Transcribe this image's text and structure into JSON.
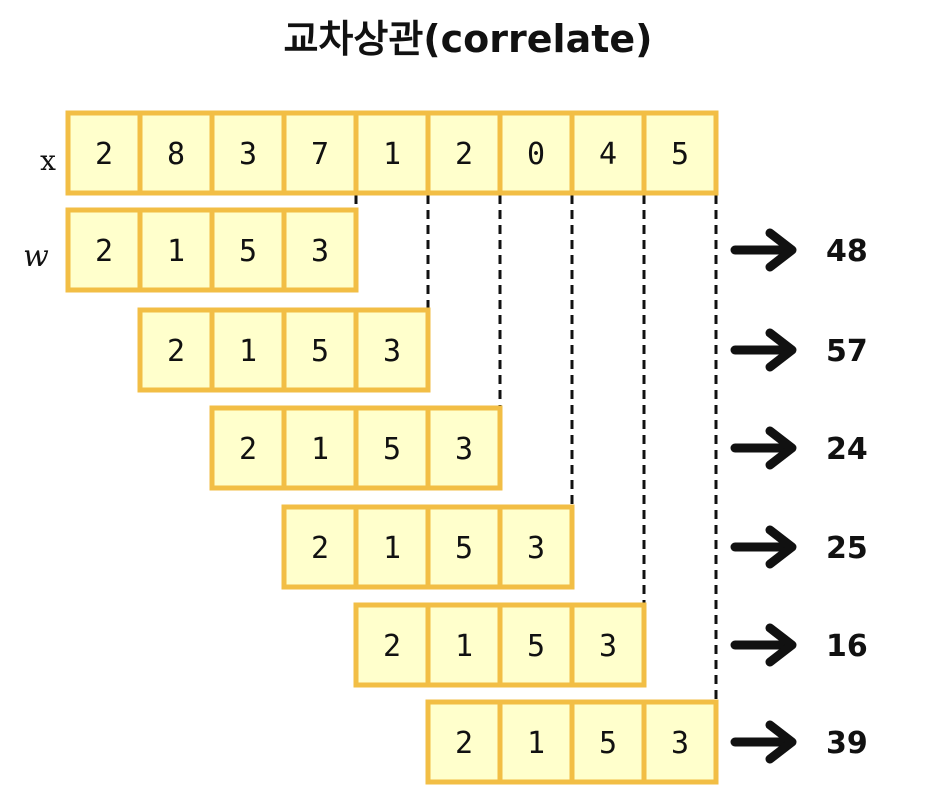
{
  "title": "교차상관(correlate)",
  "x_label": "x",
  "w_label": "w",
  "x_values": [
    "2",
    "8",
    "3",
    "7",
    "1",
    "2",
    "0",
    "4",
    "5"
  ],
  "w_values": [
    "2",
    "1",
    "5",
    "3"
  ],
  "results": [
    "48",
    "57",
    "24",
    "25",
    "16",
    "39"
  ],
  "colors": {
    "cell_fill": "#FFFFCC",
    "cell_border": "#F2BE45",
    "line": "#111111",
    "arrow": "#111111"
  }
}
